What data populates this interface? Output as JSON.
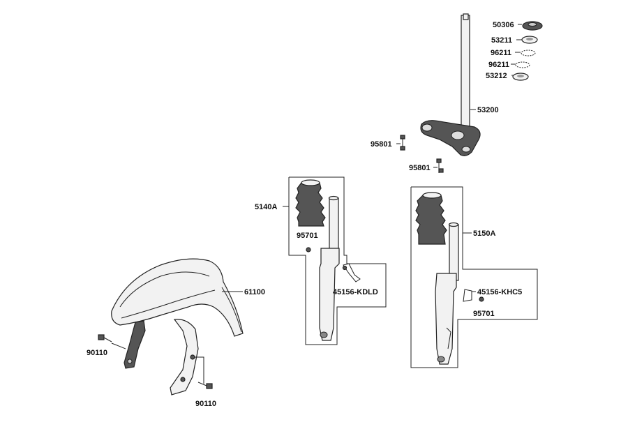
{
  "labels": {
    "nut_50306": "50306",
    "race_53211": "53211",
    "ball_96211_a": "96211",
    "ball_96211_b": "96211",
    "race_53212": "53212",
    "stem_53200": "53200",
    "bolt_95801_a": "95801",
    "bolt_95801_b": "95801",
    "fork_left_5140A": "5140A",
    "screw_95701_left": "95701",
    "bracket_45156_KDLD": "45156-KDLD",
    "fender_61100": "61100",
    "bolt_90110_left": "90110",
    "bolt_90110_bottom": "90110",
    "fork_right_5150A": "5150A",
    "bracket_45156_KHC5": "45156-KHC5",
    "screw_95701_right": "95701"
  }
}
